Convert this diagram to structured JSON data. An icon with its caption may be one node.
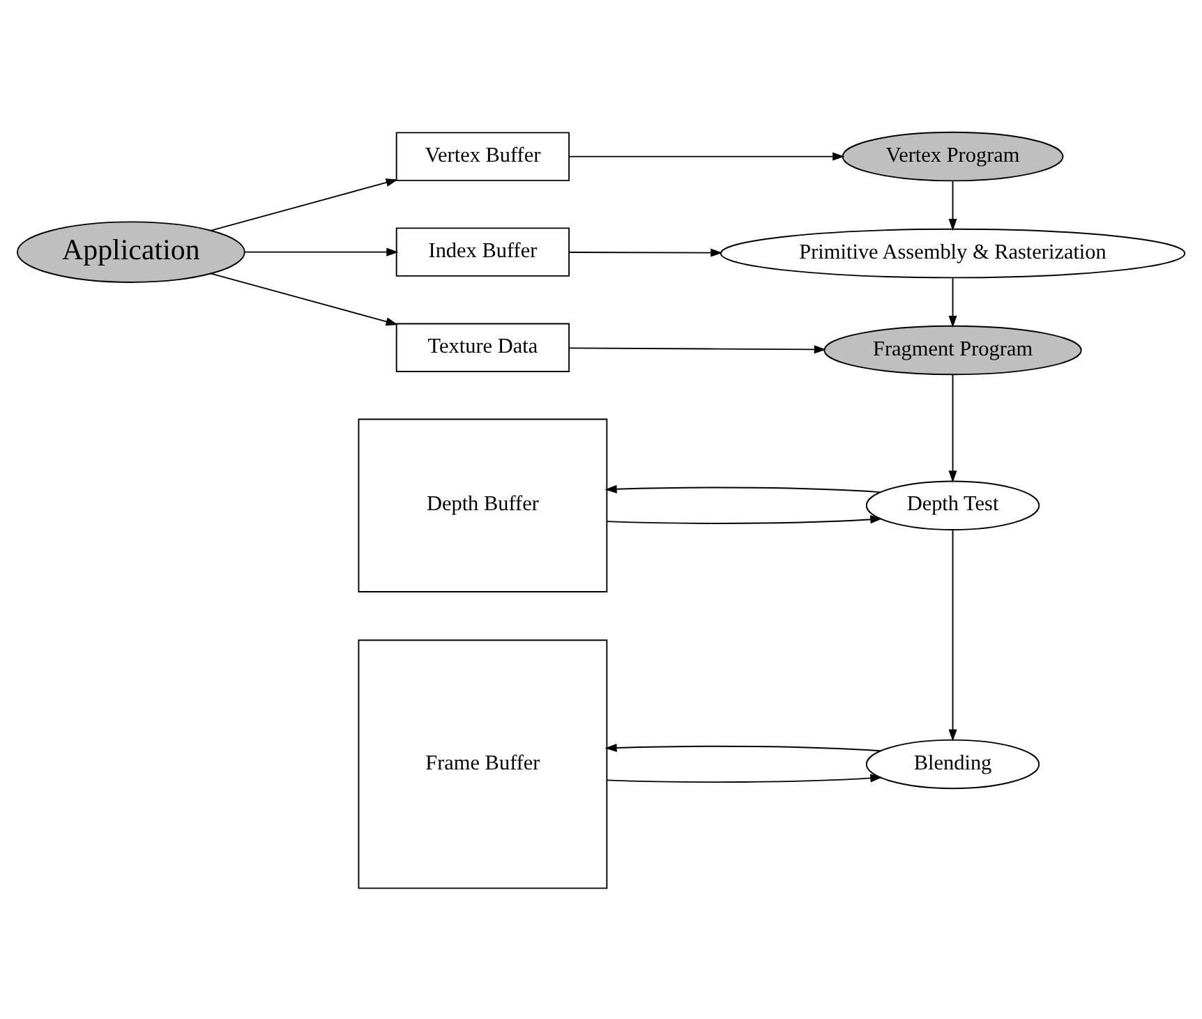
{
  "diagram": {
    "nodes": [
      {
        "text": [
          "Application"
        ]
      },
      {
        "text": [
          "Vertex Buffer"
        ]
      },
      {
        "text": [
          "Index Buffer"
        ]
      },
      {
        "text": [
          "Texture Data"
        ]
      },
      {
        "text": [
          "Vertex Program"
        ]
      },
      {
        "text": [
          "Primitive Assembly & Rasterization"
        ]
      },
      {
        "text": [
          "Fragment Program"
        ]
      },
      {
        "text": [
          "Depth Buffer"
        ]
      },
      {
        "text": [
          "Frame Buffer"
        ]
      },
      {
        "text": [
          "Depth Test"
        ]
      },
      {
        "text": [
          "Blending"
        ]
      }
    ],
    "edges": [
      {
        "from": 0,
        "to": 1,
        "arrow": "to"
      },
      {
        "from": 0,
        "to": 2,
        "arrow": "to"
      },
      {
        "from": 0,
        "to": 3,
        "arrow": "to"
      },
      {
        "from": 1,
        "to": 4,
        "arrow": "to"
      },
      {
        "from": 2,
        "to": 5,
        "arrow": "to"
      },
      {
        "from": 3,
        "to": 6,
        "arrow": "to"
      },
      {
        "from": 4,
        "to": 5,
        "arrow": "to"
      },
      {
        "from": 5,
        "to": 6,
        "arrow": "to"
      },
      {
        "from": 6,
        "to": 9,
        "arrow": "to"
      },
      {
        "from": 7,
        "to": 9,
        "arrow": "to"
      },
      {
        "from": 9,
        "to": 7,
        "arrow": "to"
      },
      {
        "from": 9,
        "to": 10,
        "arrow": "to"
      },
      {
        "from": 8,
        "to": 10,
        "arrow": "to"
      },
      {
        "from": 10,
        "to": 8,
        "arrow": "to"
      }
    ]
  }
}
